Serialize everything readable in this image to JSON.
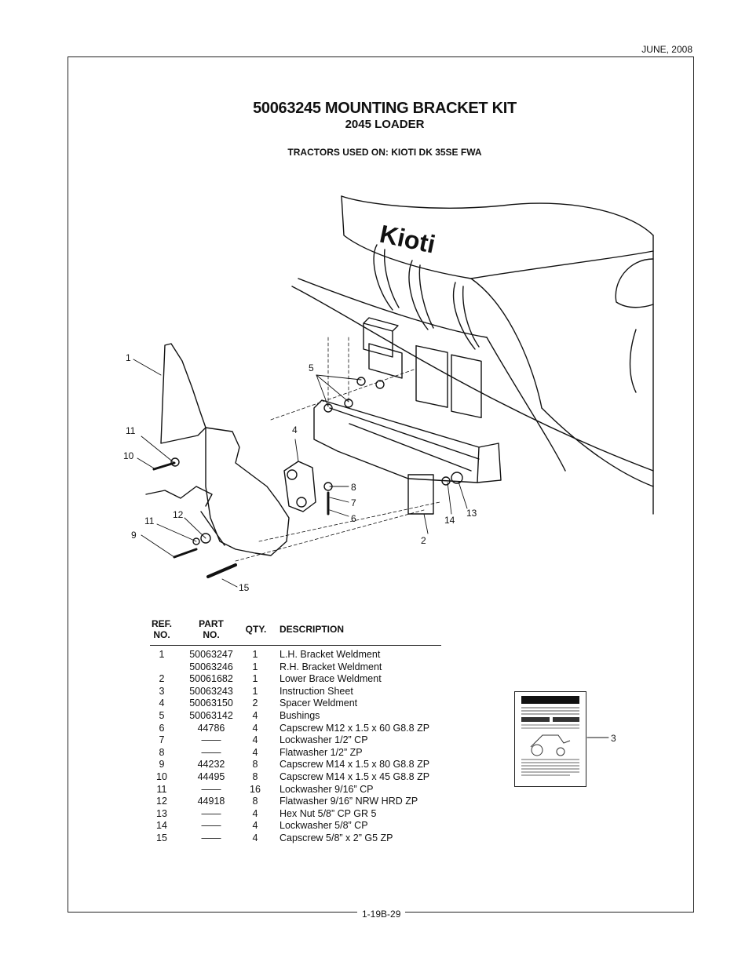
{
  "header": {
    "date": "JUNE, 2008"
  },
  "title": "50063245 MOUNTING BRACKET KIT",
  "subtitle": "2045 LOADER",
  "tractors_used": "TRACTORS USED ON:  KIOTI DK 35SE FWA",
  "brand_logo": "Kioti",
  "callouts": {
    "c1": "1",
    "c2": "2",
    "c3": "3",
    "c4": "4",
    "c5": "5",
    "c6": "6",
    "c7": "7",
    "c8": "8",
    "c9": "9",
    "c10": "10",
    "c11a": "11",
    "c11b": "11",
    "c12": "12",
    "c13": "13",
    "c14": "14",
    "c15": "15"
  },
  "table": {
    "headers": {
      "ref_line1": "REF.",
      "ref_line2": "NO.",
      "part_line1": "PART",
      "part_line2": "NO.",
      "qty": "QTY.",
      "description": "DESCRIPTION"
    },
    "rows": [
      {
        "ref": "1",
        "part": "50063247",
        "qty": "1",
        "desc": "L.H. Bracket Weldment"
      },
      {
        "ref": "",
        "part": "50063246",
        "qty": "1",
        "desc": "R.H. Bracket Weldment"
      },
      {
        "ref": "2",
        "part": "50061682",
        "qty": "1",
        "desc": "Lower Brace Weldment"
      },
      {
        "ref": "3",
        "part": "50063243",
        "qty": "1",
        "desc": "Instruction Sheet"
      },
      {
        "ref": "4",
        "part": "50063150",
        "qty": "2",
        "desc": "Spacer Weldment"
      },
      {
        "ref": "5",
        "part": "50063142",
        "qty": "4",
        "desc": "Bushings"
      },
      {
        "ref": "6",
        "part": "44786",
        "qty": "4",
        "desc": "Capscrew M12 x 1.5 x 60 G8.8 ZP"
      },
      {
        "ref": "7",
        "part": "——",
        "qty": "4",
        "desc": "Lockwasher 1/2” CP"
      },
      {
        "ref": "8",
        "part": "——",
        "qty": "4",
        "desc": "Flatwasher 1/2” ZP"
      },
      {
        "ref": "9",
        "part": "44232",
        "qty": "8",
        "desc": "Capscrew M14 x 1.5 x 80 G8.8 ZP"
      },
      {
        "ref": "10",
        "part": "44495",
        "qty": "8",
        "desc": "Capscrew M14 x 1.5 x 45 G8.8 ZP"
      },
      {
        "ref": "11",
        "part": "——",
        "qty": "16",
        "desc": "Lockwasher 9/16” CP"
      },
      {
        "ref": "12",
        "part": "44918",
        "qty": "8",
        "desc": "Flatwasher 9/16” NRW HRD ZP"
      },
      {
        "ref": "13",
        "part": "——",
        "qty": "4",
        "desc": "Hex Nut 5/8” CP GR 5"
      },
      {
        "ref": "14",
        "part": "——",
        "qty": "4",
        "desc": "Lockwasher 5/8” CP"
      },
      {
        "ref": "15",
        "part": "——",
        "qty": "4",
        "desc": "Capscrew 5/8” x 2” G5 ZP"
      }
    ]
  },
  "footer": {
    "page_number": "1-19B-29"
  }
}
